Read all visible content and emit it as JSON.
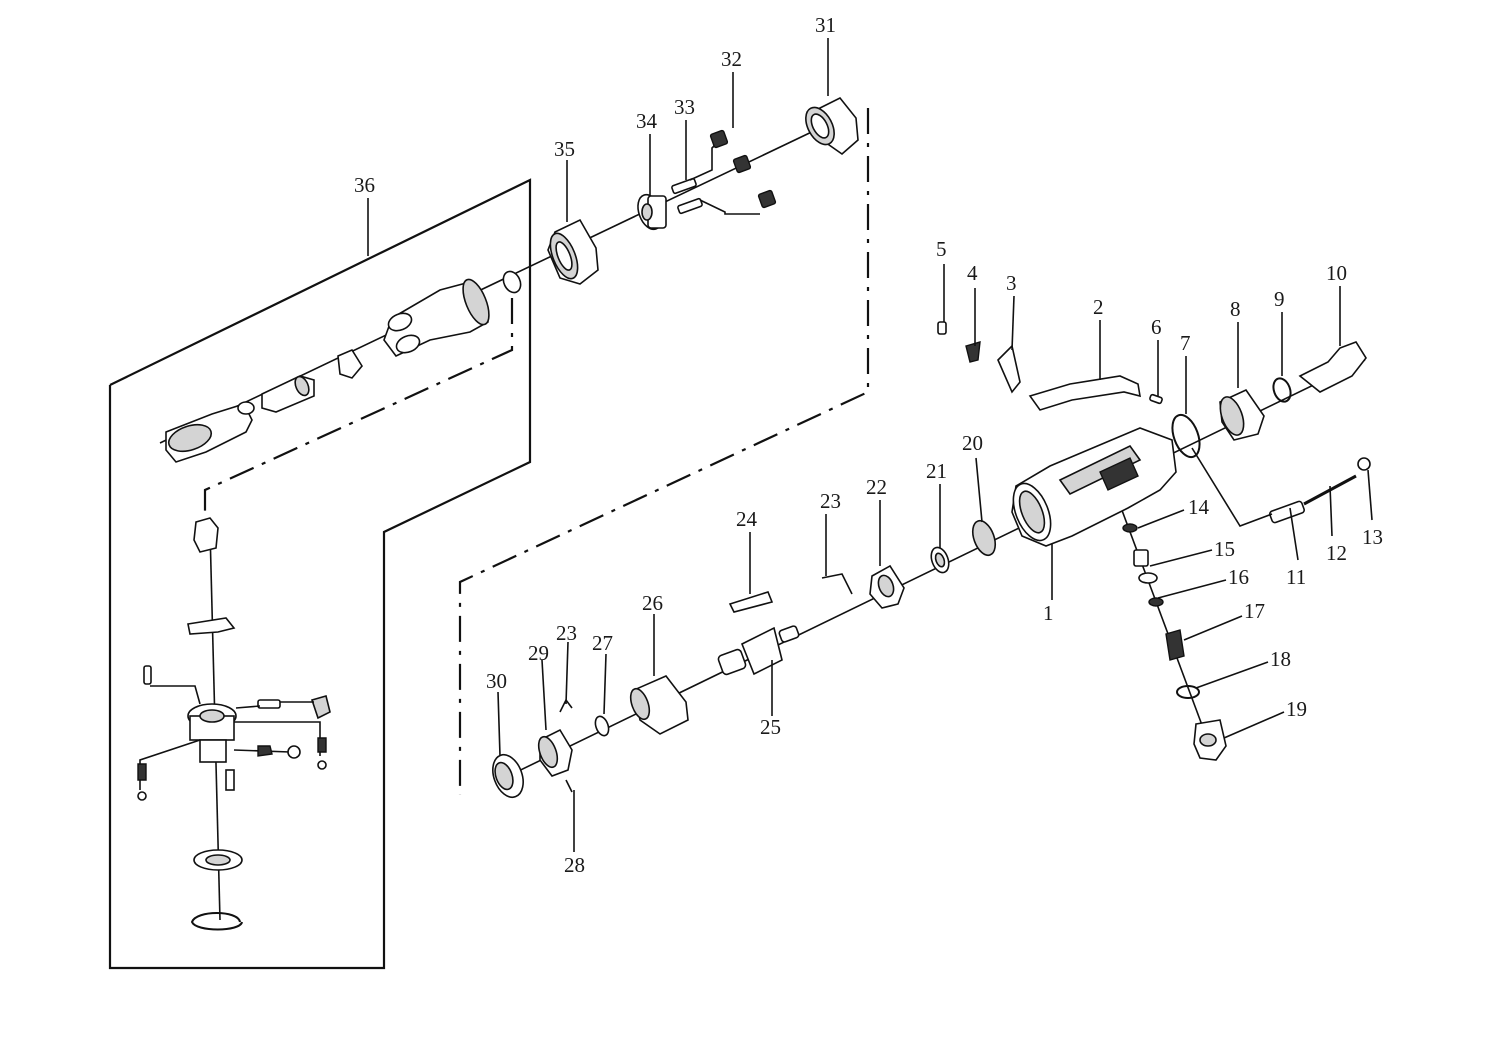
{
  "diagram": {
    "labels": {
      "p1": "1",
      "p2": "2",
      "p3": "3",
      "p4": "4",
      "p5": "5",
      "p6": "6",
      "p7": "7",
      "p8": "8",
      "p9": "9",
      "p10": "10",
      "p11": "11",
      "p12": "12",
      "p13": "13",
      "p14": "14",
      "p15": "15",
      "p16": "16",
      "p17": "17",
      "p18": "18",
      "p19": "19",
      "p20": "20",
      "p21": "21",
      "p22": "22",
      "p23a": "23",
      "p23b": "23",
      "p24": "24",
      "p25": "25",
      "p26": "26",
      "p27": "27",
      "p28": "28",
      "p29": "29",
      "p30": "30",
      "p31": "31",
      "p32": "32",
      "p33": "33",
      "p34": "34",
      "p35": "35",
      "p36": "36"
    }
  }
}
